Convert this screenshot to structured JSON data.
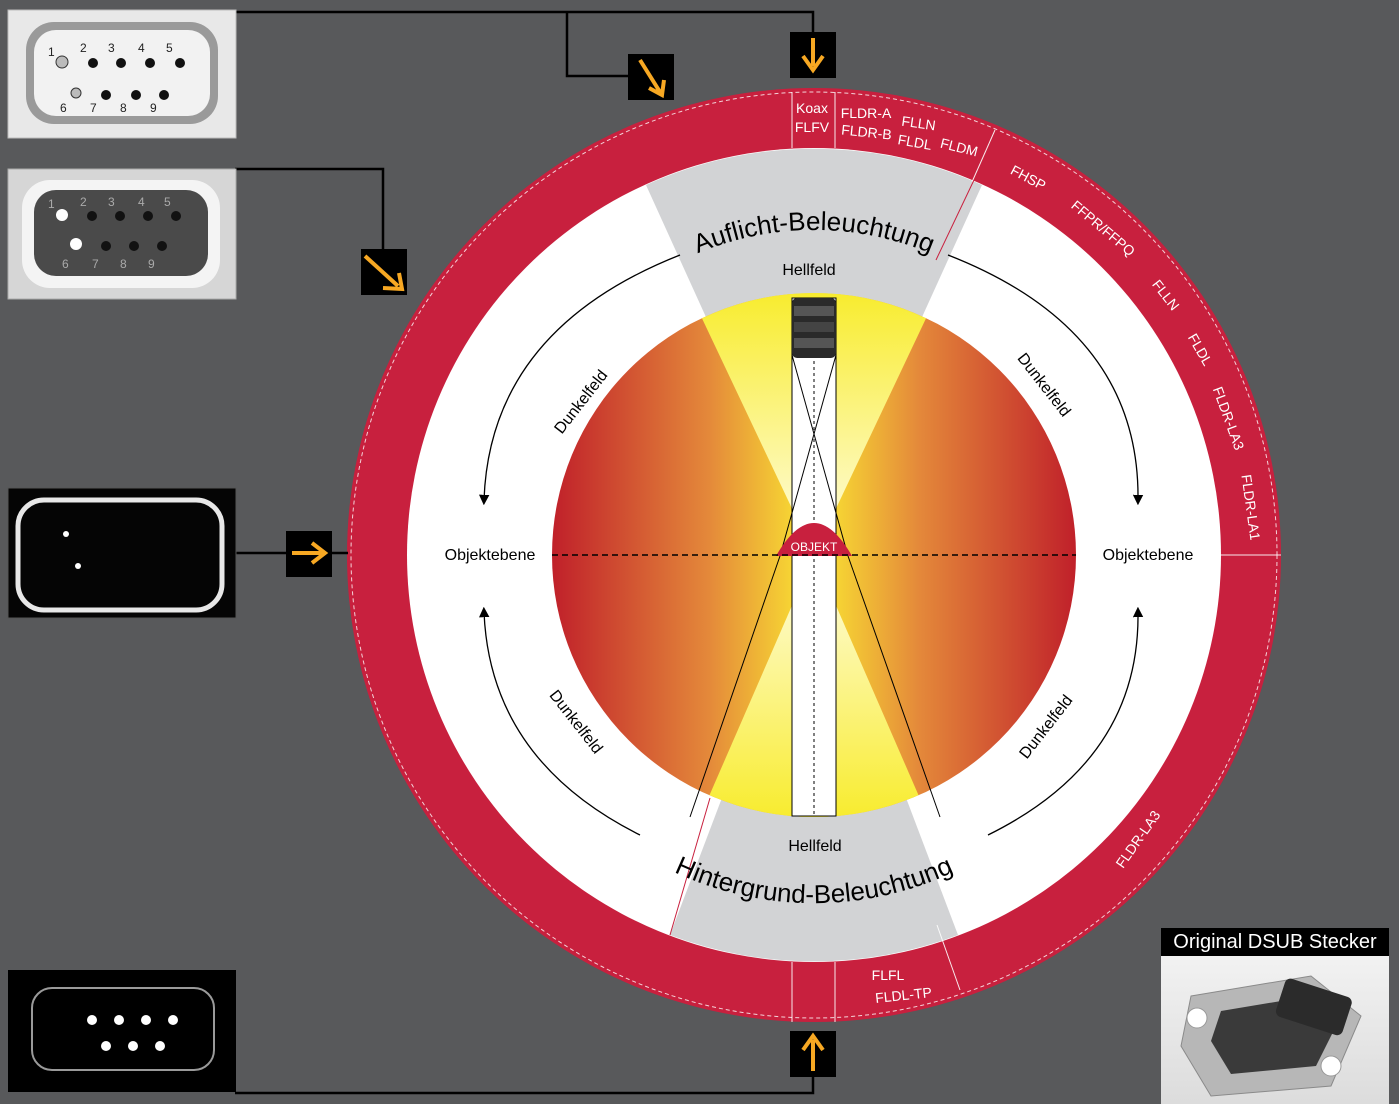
{
  "diagram": {
    "top_title": "Auflicht-Beleuchtung",
    "bottom_title": "Hintergrund-Beleuchtung",
    "hellfeld_top": "Hellfeld",
    "hellfeld_bottom": "Hellfeld",
    "dunkelfeld": "Dunkelfeld",
    "objektebene": "Objektebene",
    "objekt": "OBJEKT"
  },
  "ring_labels": {
    "koax": "Koax",
    "flfv": "FLFV",
    "fldr_a": "FLDR-A",
    "fldr_b": "FLDR-B",
    "flln_top": "FLLN",
    "fldl_top": "FLDL",
    "fldm": "FLDM",
    "fhsp": "FHSP",
    "ffpr": "FFPR/FFPQ",
    "flln_right": "FLLN",
    "fldl_right": "FLDL",
    "fldr_la3_right": "FLDR-LA3",
    "fldr_la1": "FLDR-LA1",
    "fldr_la3_bottom": "FLDR-LA3",
    "flfl": "FLFL",
    "fldl_tp": "FLDL-TP"
  },
  "thumbnails": {
    "pins_top": [
      "1",
      "2",
      "3",
      "4",
      "5"
    ],
    "pins_bottom": [
      "6",
      "7",
      "8",
      "9"
    ]
  },
  "photo": {
    "title": "Original DSUB Stecker"
  },
  "colors": {
    "background": "#58595b",
    "ring_red": "#c8203e",
    "sector_gray": "#d2d3d5",
    "arrow_orange": "#f7a823"
  }
}
